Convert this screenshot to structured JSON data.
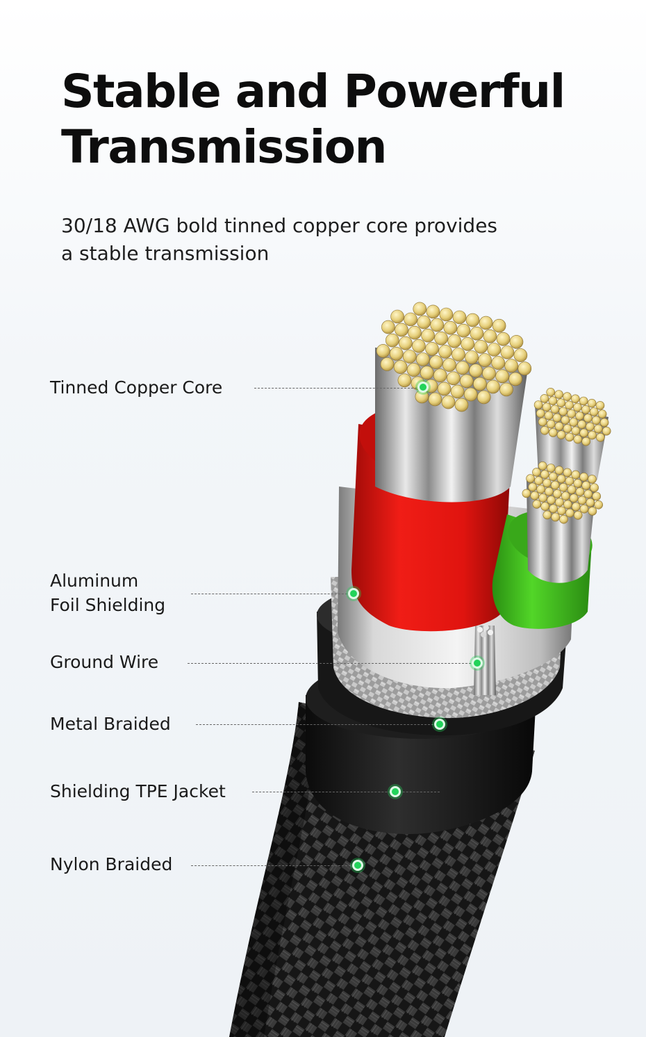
{
  "header": {
    "title_line1": "Stable and Powerful",
    "title_line2": "Transmission",
    "subtitle_line1": "30/18 AWG bold tinned copper core provides",
    "subtitle_line2": "a stable transmission"
  },
  "callouts": {
    "tinned_copper_core": "Tinned Copper Core",
    "aluminum_foil_line1": "Aluminum",
    "aluminum_foil_line2": "Foil Shielding",
    "ground_wire": "Ground Wire",
    "metal_braided": "Metal Braided",
    "tpe_jacket": "Shielding TPE Jacket",
    "nylon_braided": "Nylon Braided"
  },
  "colors": {
    "indicator_dot": "#22d35a",
    "red_insulation": "#e0140f",
    "green_insulation": "#3fbf1e",
    "tinned_copper": "#e8d58a",
    "nylon_braid": "#1c1c1c"
  }
}
